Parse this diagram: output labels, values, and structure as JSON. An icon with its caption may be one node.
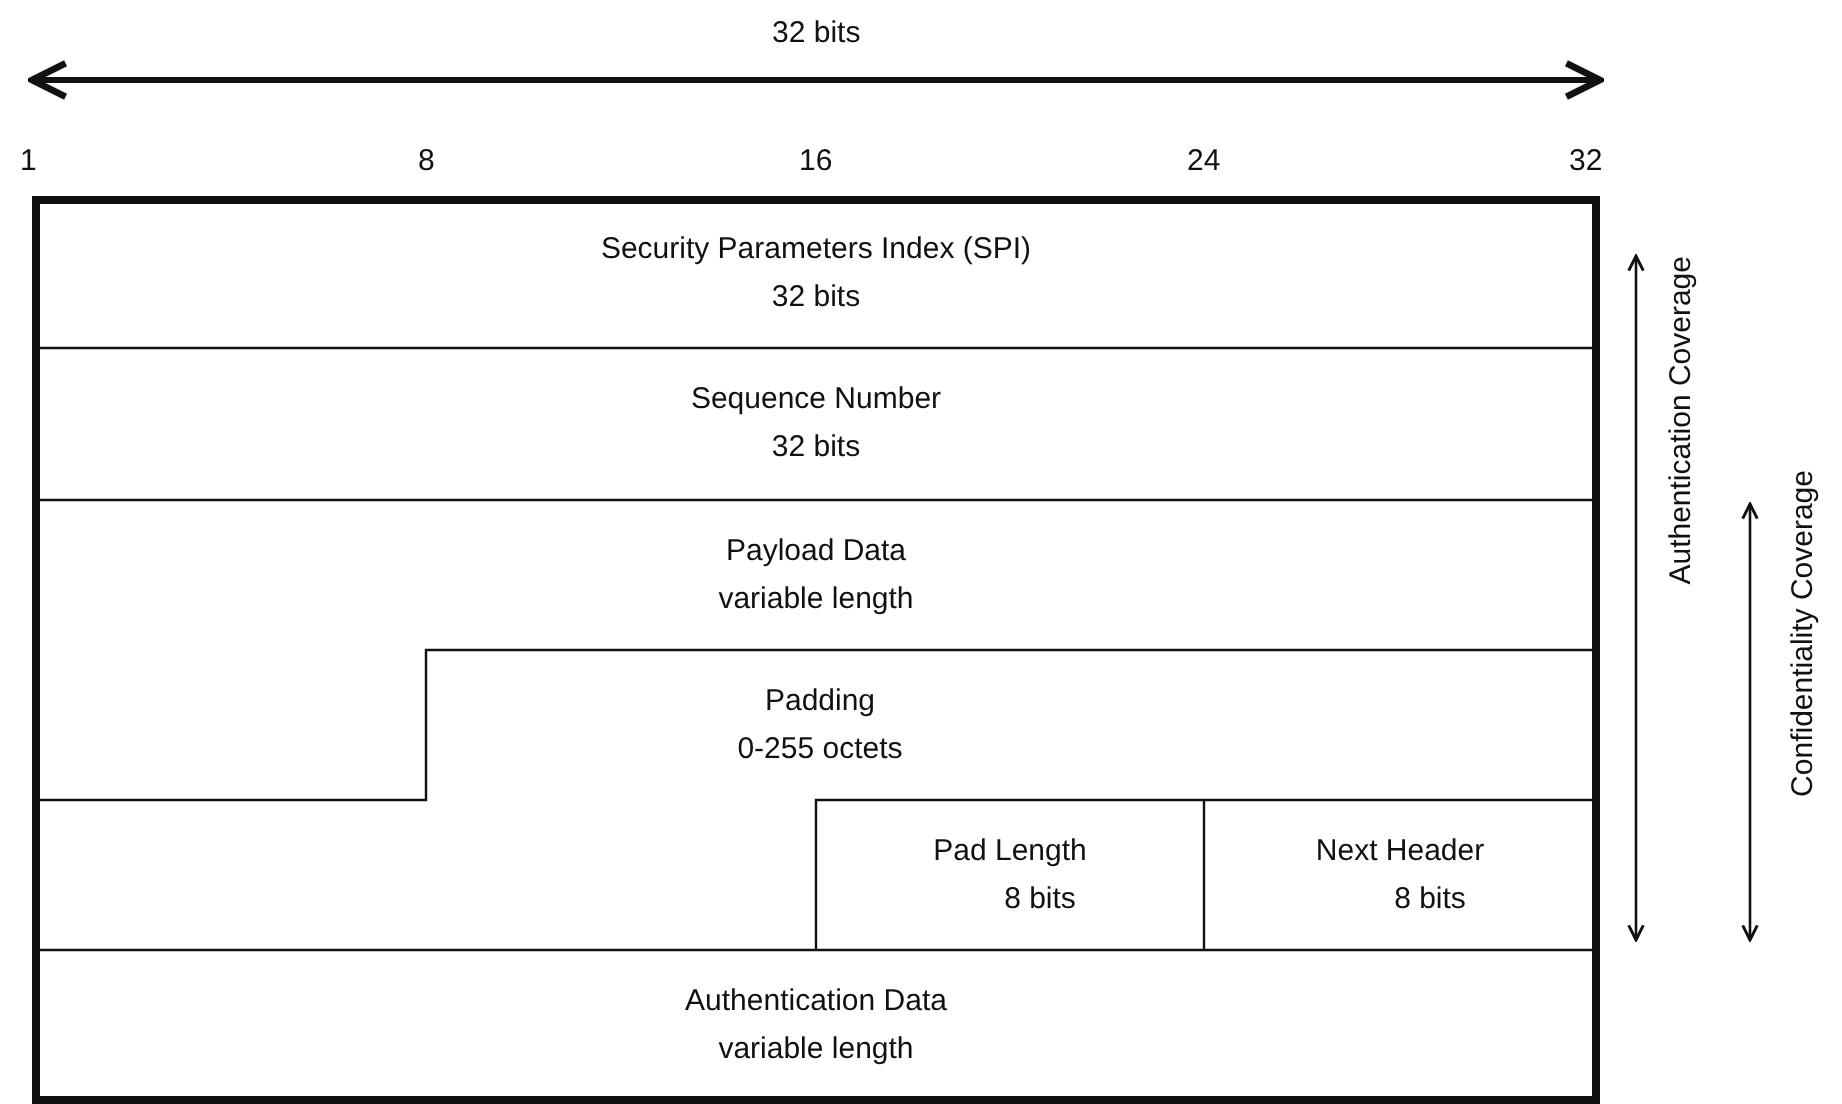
{
  "diagram": {
    "nodes": [
      {
        "text": [
          "Security Parameters Index (SPI)",
          "32 bits"
        ]
      },
      {
        "text": [
          "Sequence Number",
          "32 bits"
        ]
      },
      {
        "text": [
          "Payload Data",
          "variable length"
        ]
      },
      {
        "text": [
          "Padding",
          "0-255 octets"
        ]
      },
      {
        "text": [
          "Pad Length",
          "8 bits"
        ]
      },
      {
        "text": [
          "Next Header",
          "8 bits"
        ]
      },
      {
        "text": [
          "Authentication Data",
          "variable length"
        ]
      }
    ],
    "labels": [
      "32 bits",
      "1",
      "8",
      "16",
      "24",
      "32",
      "Authentication Coverage",
      "Confidentiality Coverage"
    ]
  }
}
